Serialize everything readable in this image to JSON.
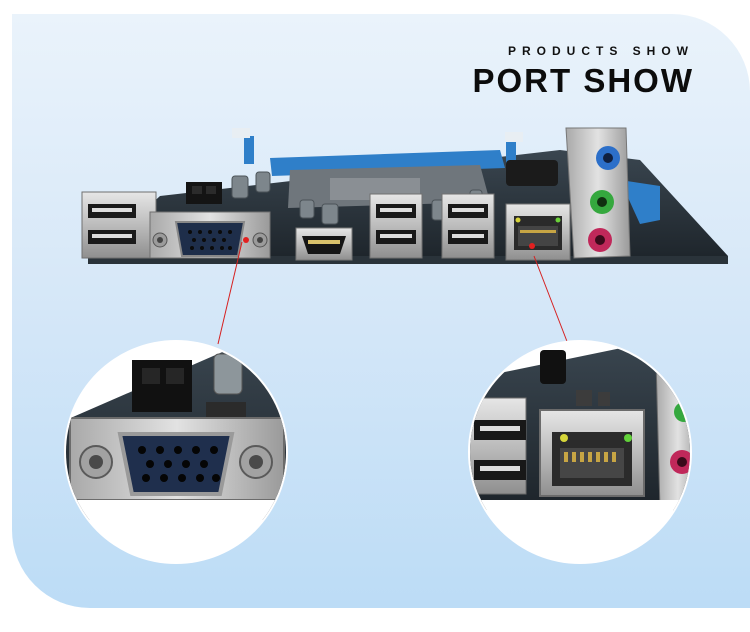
{
  "header": {
    "subtitle": "PRODUCTS SHOW",
    "title": "PORT SHOW"
  },
  "colors": {
    "background_top": "#eaf3fb",
    "background_bottom": "#bcdcf6",
    "board_blue": "#2f7fc9",
    "pcb_dark": "#28323a",
    "callout_line": "#d62020",
    "callout_dot": "#e32020"
  },
  "illustration": {
    "subject": "motherboard-rear-io",
    "callouts": [
      "vga-port-closeup",
      "lan-port-closeup"
    ]
  }
}
